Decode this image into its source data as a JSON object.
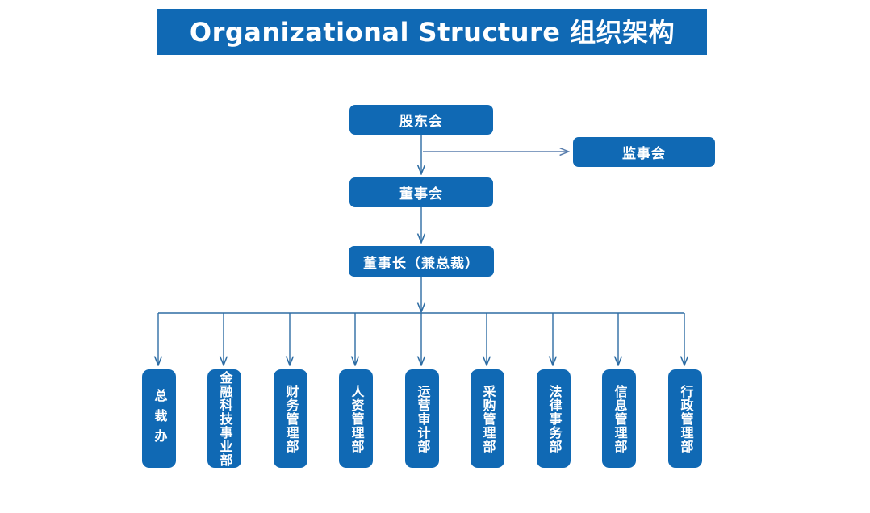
{
  "header": {
    "title": "Organizational Structure  组织架构",
    "banner_color": "#1069B4"
  },
  "colors": {
    "node_fill": "#1069B4",
    "node_text": "#FFFFFF",
    "connector_main": "#2E6DA4",
    "connector_dashed": "#5B7FAE",
    "background": "#FFFFFF"
  },
  "nodes": {
    "shareholders": {
      "label": "股东会"
    },
    "supervisory": {
      "label": "监事会"
    },
    "board": {
      "label": "董事会"
    },
    "chairman": {
      "label": "董事长（兼总裁）"
    }
  },
  "departments": [
    {
      "label": "总裁办"
    },
    {
      "label": "金融科技事业部"
    },
    {
      "label": "财务管理部"
    },
    {
      "label": "人资管理部"
    },
    {
      "label": "运营审计部"
    },
    {
      "label": "采购管理部"
    },
    {
      "label": "法律事务部"
    },
    {
      "label": "信息管理部"
    },
    {
      "label": "行政管理部"
    }
  ]
}
